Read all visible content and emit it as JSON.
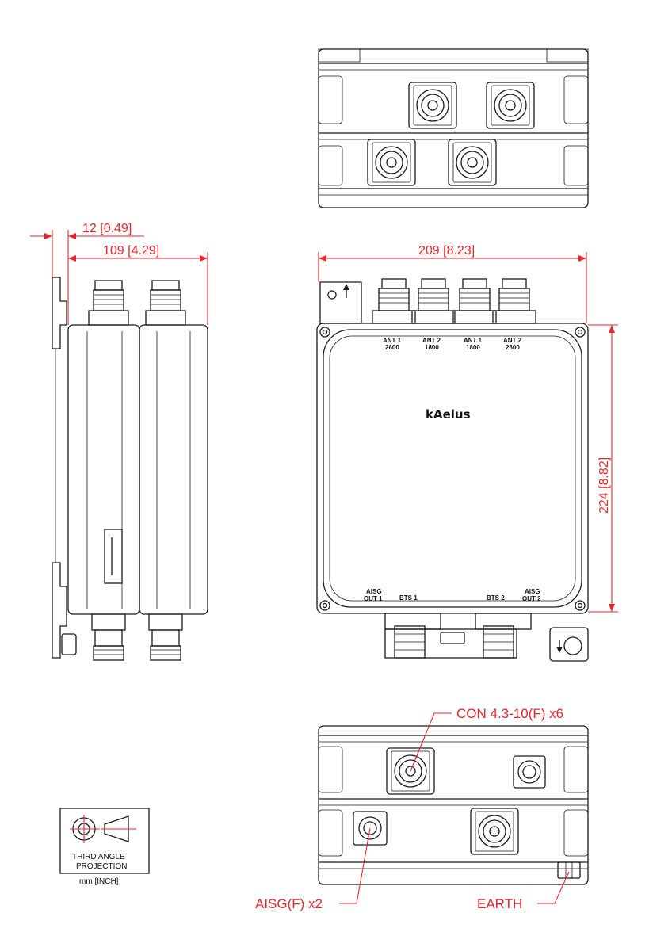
{
  "dimensions": {
    "depth_offset": "12 [0.49]",
    "depth_total": "109 [4.29]",
    "width": "209 [8.23]",
    "height": "224 [8.82]"
  },
  "front_labels": {
    "ant1_top_left": "ANT 1",
    "ant1_top_left_freq": "2600",
    "ant2_top_left": "ANT 2",
    "ant2_top_left_freq": "1800",
    "ant1_top_right": "ANT 1",
    "ant1_top_right_freq": "1800",
    "ant2_top_right": "ANT 2",
    "ant2_top_right_freq": "2600",
    "aisg_out1_a": "AISG",
    "aisg_out1_b": "OUT 1",
    "bts1": "BTS 1",
    "bts2": "BTS 2",
    "aisg_out2_a": "AISG",
    "aisg_out2_b": "OUT 2"
  },
  "brand": "kAelus",
  "callouts": {
    "con": "CON 4.3-10(F) x6",
    "aisg": "AISG(F) x2",
    "earth": "EARTH"
  },
  "projection": {
    "line1": "THIRD ANGLE",
    "line2": "PROJECTION",
    "units": "mm [INCH]"
  },
  "colors": {
    "dimension": "#e8262b",
    "linework": "#1a1a1a"
  }
}
